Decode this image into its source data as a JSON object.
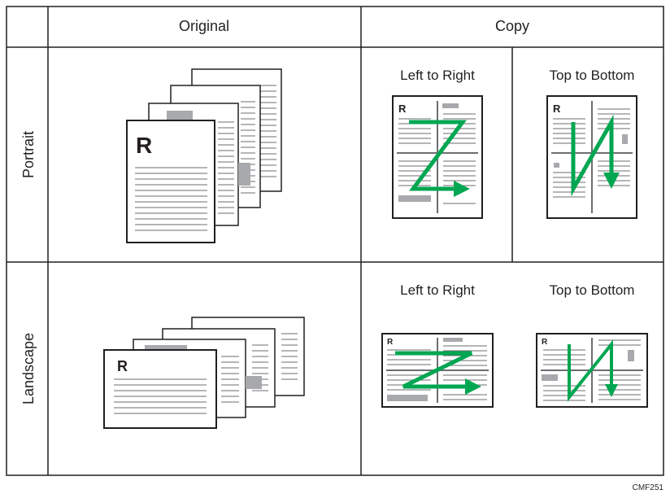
{
  "header": {
    "original": "Original",
    "copy": "Copy"
  },
  "rows": {
    "portrait": "Portrait",
    "landscape": "Landscape"
  },
  "copy_modes": {
    "left_to_right": "Left to Right",
    "top_to_bottom": "Top to Bottom"
  },
  "page_letter": "R",
  "figure_code": "CMF251",
  "colors": {
    "line": "#231f20",
    "gray_block": "#a7a9ac",
    "arrow": "#00a651",
    "text_line": "#6d6e71"
  }
}
